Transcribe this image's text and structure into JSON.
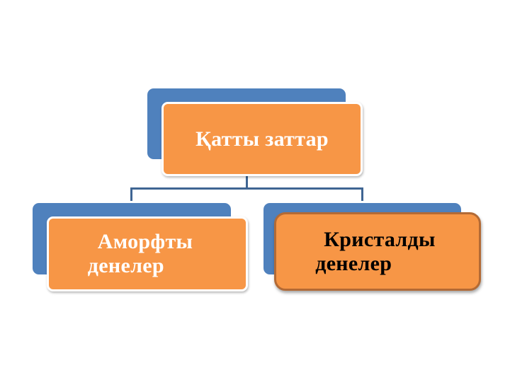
{
  "diagram": {
    "type": "hierarchy",
    "root": {
      "label": "Қатты заттар",
      "text_color": "#ffffff"
    },
    "children": [
      {
        "label_line1": "Аморфты",
        "label_line2": "денелер",
        "text_color": "#ffffff"
      },
      {
        "label_line1": "Кристалды",
        "label_line2": "денелер",
        "text_color": "#000000",
        "selected": true
      }
    ],
    "colors": {
      "box_fill": "#f79646",
      "box_back": "#4f81bd",
      "connector": "#3f6593",
      "selected_border": "#b36a35"
    }
  }
}
